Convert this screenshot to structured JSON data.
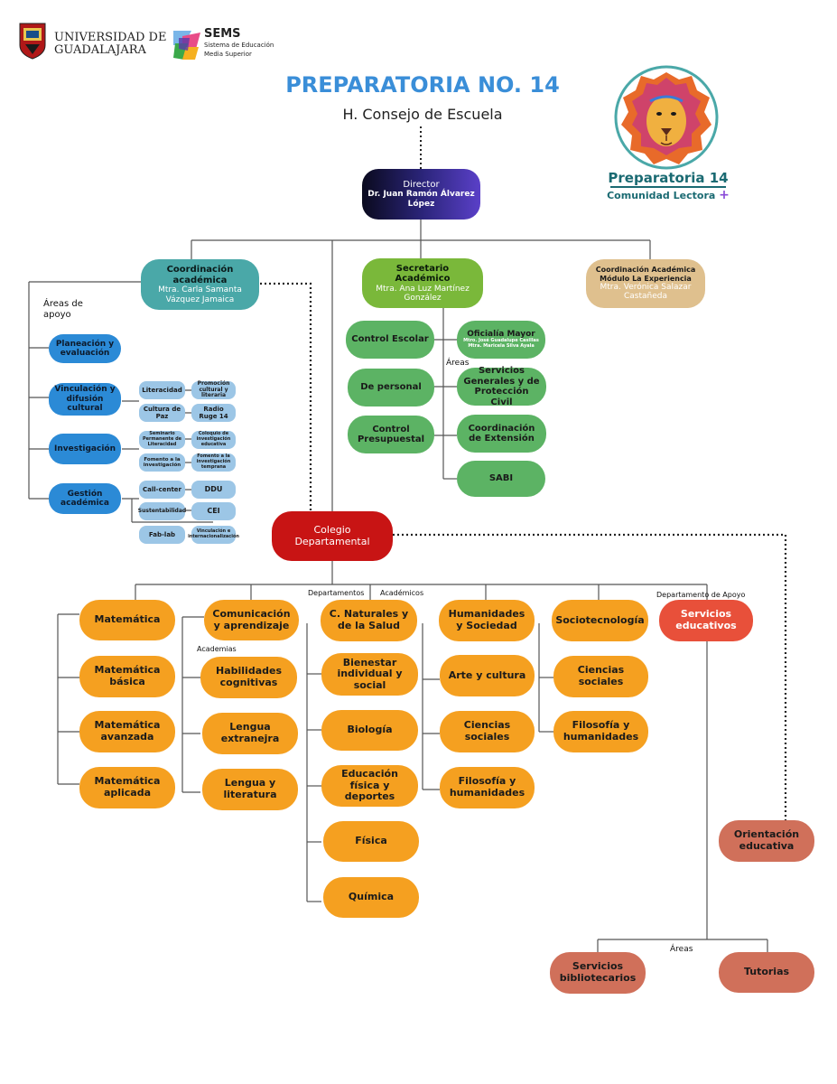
{
  "header": {
    "univ_line1": "UNIVERSIDAD DE",
    "univ_line2": "GUADALAJARA",
    "sems_title": "SEMS",
    "sems_sub1": "Sistema de Educación",
    "sems_sub2": "Media Superior",
    "title": "PREPARATORIA NO. 14",
    "subtitle": "H. Consejo de Escuela"
  },
  "badge": {
    "name": "Preparatoria 14",
    "tagline": "Comunidad Lectora",
    "plus": "+"
  },
  "director": {
    "role": "Director",
    "name": "Dr. Juan Ramón Álvarez López"
  },
  "coord_academica": {
    "title": "Coordinación académica",
    "person": "Mtra. Carla Samanta Vázquez Jamaica"
  },
  "secretario": {
    "title": "Secretario Académico",
    "person": "Mtra. Ana Luz Martínez González"
  },
  "coord_modulo": {
    "title": "Coordinación Académica Módulo La Experiencia",
    "person": "Mtra. Verónica Salazar Castañeda"
  },
  "areas_apoyo_label": "Áreas de apoyo",
  "areas_label": "Áreas",
  "apoyo_areas": [
    "Planeación y evaluación",
    "Vinculación y difusión cultural",
    "Investigación",
    "Gestión académica"
  ],
  "apoyo_sub": {
    "vinculacion": [
      "Literacidad",
      "Promoción cultural y literaria",
      "Cultura de Paz",
      "Radio Ruge 14"
    ],
    "investigacion": [
      "Seminario Permanente de Literacidad",
      "Coloquio de investigación educativa",
      "Fomento a la investigación",
      "Fomento a la investigación temprana"
    ],
    "gestion": [
      "Call-center",
      "DDU",
      "Sustentabilidad",
      "CEI",
      "Fab-lab",
      "Vinculación e internacionalización"
    ]
  },
  "secretario_left": [
    "Control Escolar",
    "De personal",
    "Control Presupuestal"
  ],
  "oficialia": {
    "title": "Oficialía Mayor",
    "p1": "Mtro. José Guadalupe Casillas",
    "p2": "Mtra. Maricela Silva Ayala"
  },
  "secretario_right": [
    "Servicios Generales y de Protección Civil",
    "Coordinación de Extensión",
    "SABI"
  ],
  "colegio": "Colegio Departamental",
  "deptos_label_1": "Departamentos",
  "deptos_label_2": "Académicos",
  "depto_apoyo_label": "Departamento de Apoyo",
  "columns": {
    "matematica": {
      "head": "Matemática",
      "items": [
        "Matemática básica",
        "Matemática avanzada",
        "Matemática aplicada"
      ]
    },
    "comunicacion": {
      "head": "Comunicación y aprendizaje",
      "academias": "Academias",
      "items": [
        "Habilidades cognitivas",
        "Lengua extranejra",
        "Lengua y literatura"
      ]
    },
    "naturales": {
      "head": "C. Naturales y de la Salud",
      "items": [
        "Bienestar individual y social",
        "Biología",
        "Educación física y deportes",
        "Física",
        "Química"
      ]
    },
    "humanidades": {
      "head": "Humanidades y Sociedad",
      "items": [
        "Arte y cultura",
        "Ciencias sociales",
        "Filosofía y humanidades"
      ]
    },
    "socio": {
      "head": "Sociotecnología",
      "items": [
        "Ciencias sociales",
        "Filosofía y humanidades"
      ]
    }
  },
  "servicios": {
    "head": "Servicios educativos",
    "orientacion": "Orientación educativa",
    "areas": "Áreas",
    "bibliotecarios": "Servicios bibliotecarios",
    "tutorias": "Tutorias"
  },
  "colors": {
    "title_blue": "#3a8ed8",
    "director": "#1e1f5e",
    "teal": "#4aa8a8",
    "green": "#5cb364",
    "tan": "#dfc08e",
    "red": "#c81414",
    "orange": "#f5a020",
    "blue": "#2b8ad6",
    "light_blue": "#9cc6e6",
    "salmon": "#d0705a",
    "servicios_red": "#e8503a"
  }
}
